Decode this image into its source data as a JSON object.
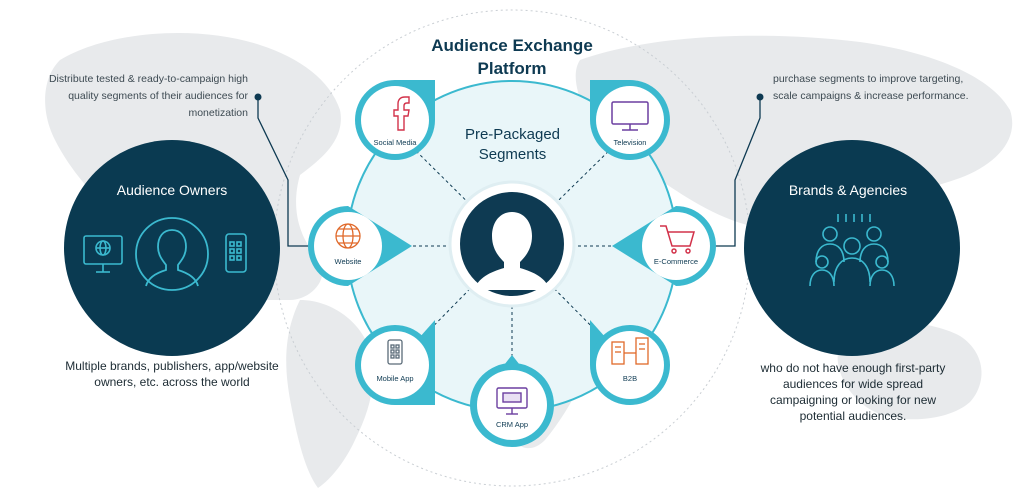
{
  "title": {
    "line1": "Audience Exchange",
    "line2": "Platform"
  },
  "left": {
    "note": "Distribute tested & ready-to-campaign high quality segments of their audiences for monetization",
    "title": "Audience Owners",
    "description": "Multiple brands, publishers, app/website owners, etc. across the world",
    "icons": [
      "monitor-globe-icon",
      "user-avatar-icon",
      "smartphone-icon"
    ]
  },
  "right": {
    "note": "purchase segments to improve targeting, scale campaigns & increase performance.",
    "title": "Brands & Agencies",
    "description": "who do not have enough first-party audiences for wide spread campaigning or looking for new potential audiences.",
    "icons": [
      "people-group-icon"
    ]
  },
  "center": {
    "label": "Pre-Packaged Segments",
    "icon": "user-avatar-icon"
  },
  "nodes": [
    {
      "label": "Social Media",
      "icon": "facebook-icon"
    },
    {
      "label": "Television",
      "icon": "television-icon"
    },
    {
      "label": "Website",
      "icon": "globe-icon"
    },
    {
      "label": "E-Commerce",
      "icon": "shopping-cart-icon"
    },
    {
      "label": "Mobile App",
      "icon": "mobile-app-icon"
    },
    {
      "label": "B2B",
      "icon": "buildings-icon"
    },
    {
      "label": "CRM App",
      "icon": "crm-monitor-icon"
    }
  ],
  "colors": {
    "navy": "#0e3a52",
    "cyan": "#3bb9cf",
    "pale": "#e9f6f9",
    "map": "#e6e8ea",
    "accent": "#d2324a"
  }
}
